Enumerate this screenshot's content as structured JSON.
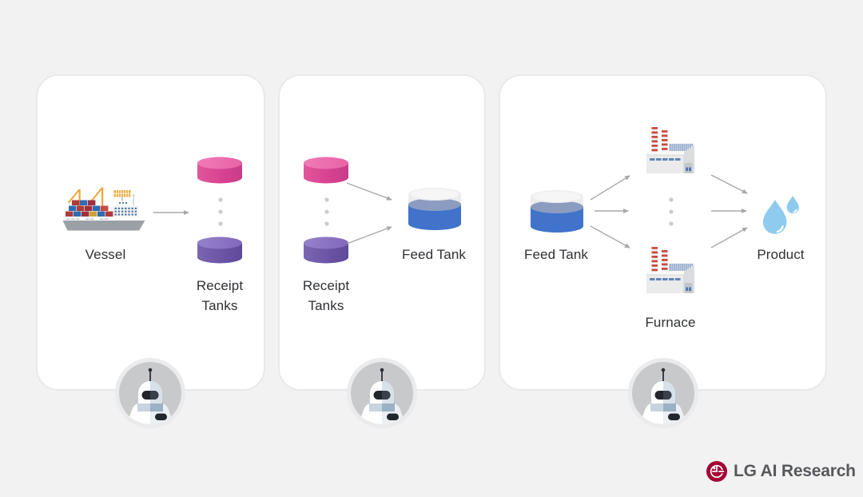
{
  "title": "Plant feedstock flow infographic",
  "colors": {
    "background": "#f2f2f3",
    "panel": "#ffffff",
    "panel_border": "#e9e9ea",
    "label_text": "#2e3034",
    "arrow": "#a9a9ab",
    "ellipsis_dots": "#cbccce",
    "receipt_tank_pink": "#d6418f",
    "receipt_tank_purple": "#6a53a3",
    "feed_tank_blue": "#4173cb",
    "feed_tank_surface": "#8c9cc0",
    "product_drop_blue": "#8ecbee",
    "furnace_chimney_red": "#cb4a42",
    "furnace_window_blue": "#6284b8",
    "crane_orange": "#f2a43c",
    "robot_circle_gray": "#c8c9cb",
    "lg_red": "#a50034",
    "logo_text_gray": "#57585b"
  },
  "panels": [
    {
      "name": "vessel-unloading",
      "agent_icon": "robot",
      "flow": "Vessel → Receipt Tanks",
      "nodes": {
        "source": {
          "label": "Vessel",
          "icon": "cargo-ship"
        },
        "target": {
          "label": "Receipt Tanks",
          "icon": "stacked-cylinders"
        }
      }
    },
    {
      "name": "tank-transfer",
      "agent_icon": "robot",
      "flow": "Receipt Tanks → Feed Tank",
      "nodes": {
        "source": {
          "label": "Receipt Tanks",
          "icon": "stacked-cylinders"
        },
        "target": {
          "label": "Feed Tank",
          "icon": "open-top-tank"
        }
      }
    },
    {
      "name": "feeding-furnaces",
      "agent_icon": "robot",
      "flow": "Feed Tank → Furnace → Product",
      "nodes": {
        "source": {
          "label": "Feed Tank",
          "icon": "open-top-tank"
        },
        "middle": {
          "label": "Furnace",
          "icon": "factory-building"
        },
        "target": {
          "label": "Product",
          "icon": "water-droplets"
        }
      }
    }
  ],
  "icons": {
    "agent": "robot-head-badge",
    "more_items": "vertical-ellipsis",
    "connector": "gray-arrow",
    "brand_symbol": "lg-face-circle"
  },
  "footer": {
    "brand": "LG AI Research"
  }
}
